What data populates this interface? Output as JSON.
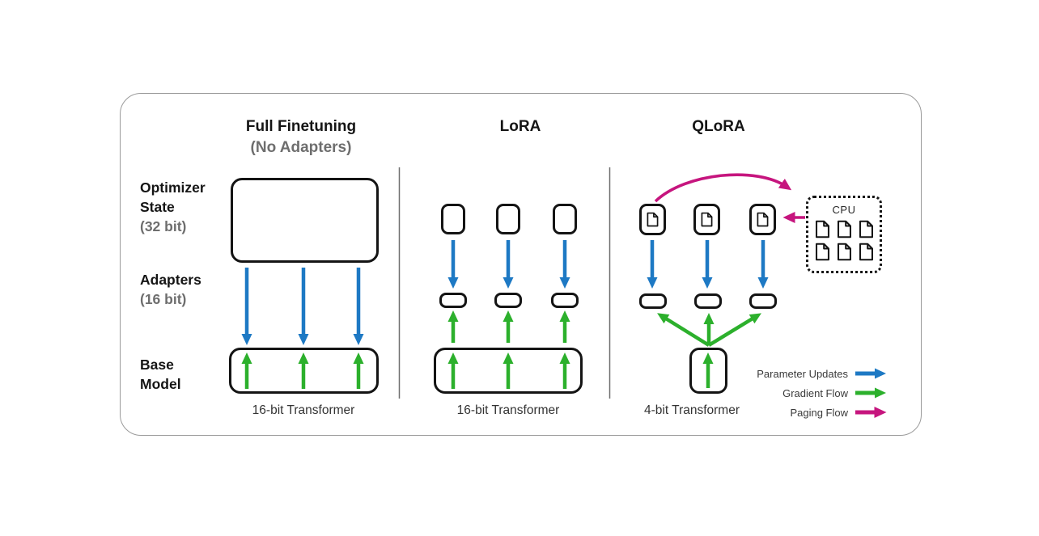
{
  "figure": {
    "columns": {
      "full_finetuning": {
        "title": "Full Finetuning",
        "subtitle": "(No Adapters)",
        "caption": "16-bit Transformer"
      },
      "lora": {
        "title": "LoRA",
        "caption": "16-bit Transformer"
      },
      "qlora": {
        "title": "QLoRA",
        "caption": "4-bit Transformer"
      }
    },
    "row_labels": {
      "optimizer": {
        "line1": "Optimizer",
        "line2": "State",
        "precision": "(32 bit)"
      },
      "adapters": {
        "line1": "Adapters",
        "precision": "(16 bit)"
      },
      "base_model": {
        "line1": "Base",
        "line2": "Model"
      }
    },
    "cpu_label": "CPU",
    "legend": {
      "items": [
        {
          "label": "Parameter Updates",
          "color": "#1d79c4"
        },
        {
          "label": "Gradient Flow",
          "color": "#2cb02c"
        },
        {
          "label": "Paging Flow",
          "color": "#c6157e"
        }
      ]
    }
  },
  "colors": {
    "blue": "#1d79c4",
    "green": "#2cb02c",
    "pink": "#c6157e",
    "ink": "#141414",
    "gray": "#6e6e6e",
    "border": "#9a9a9a"
  }
}
